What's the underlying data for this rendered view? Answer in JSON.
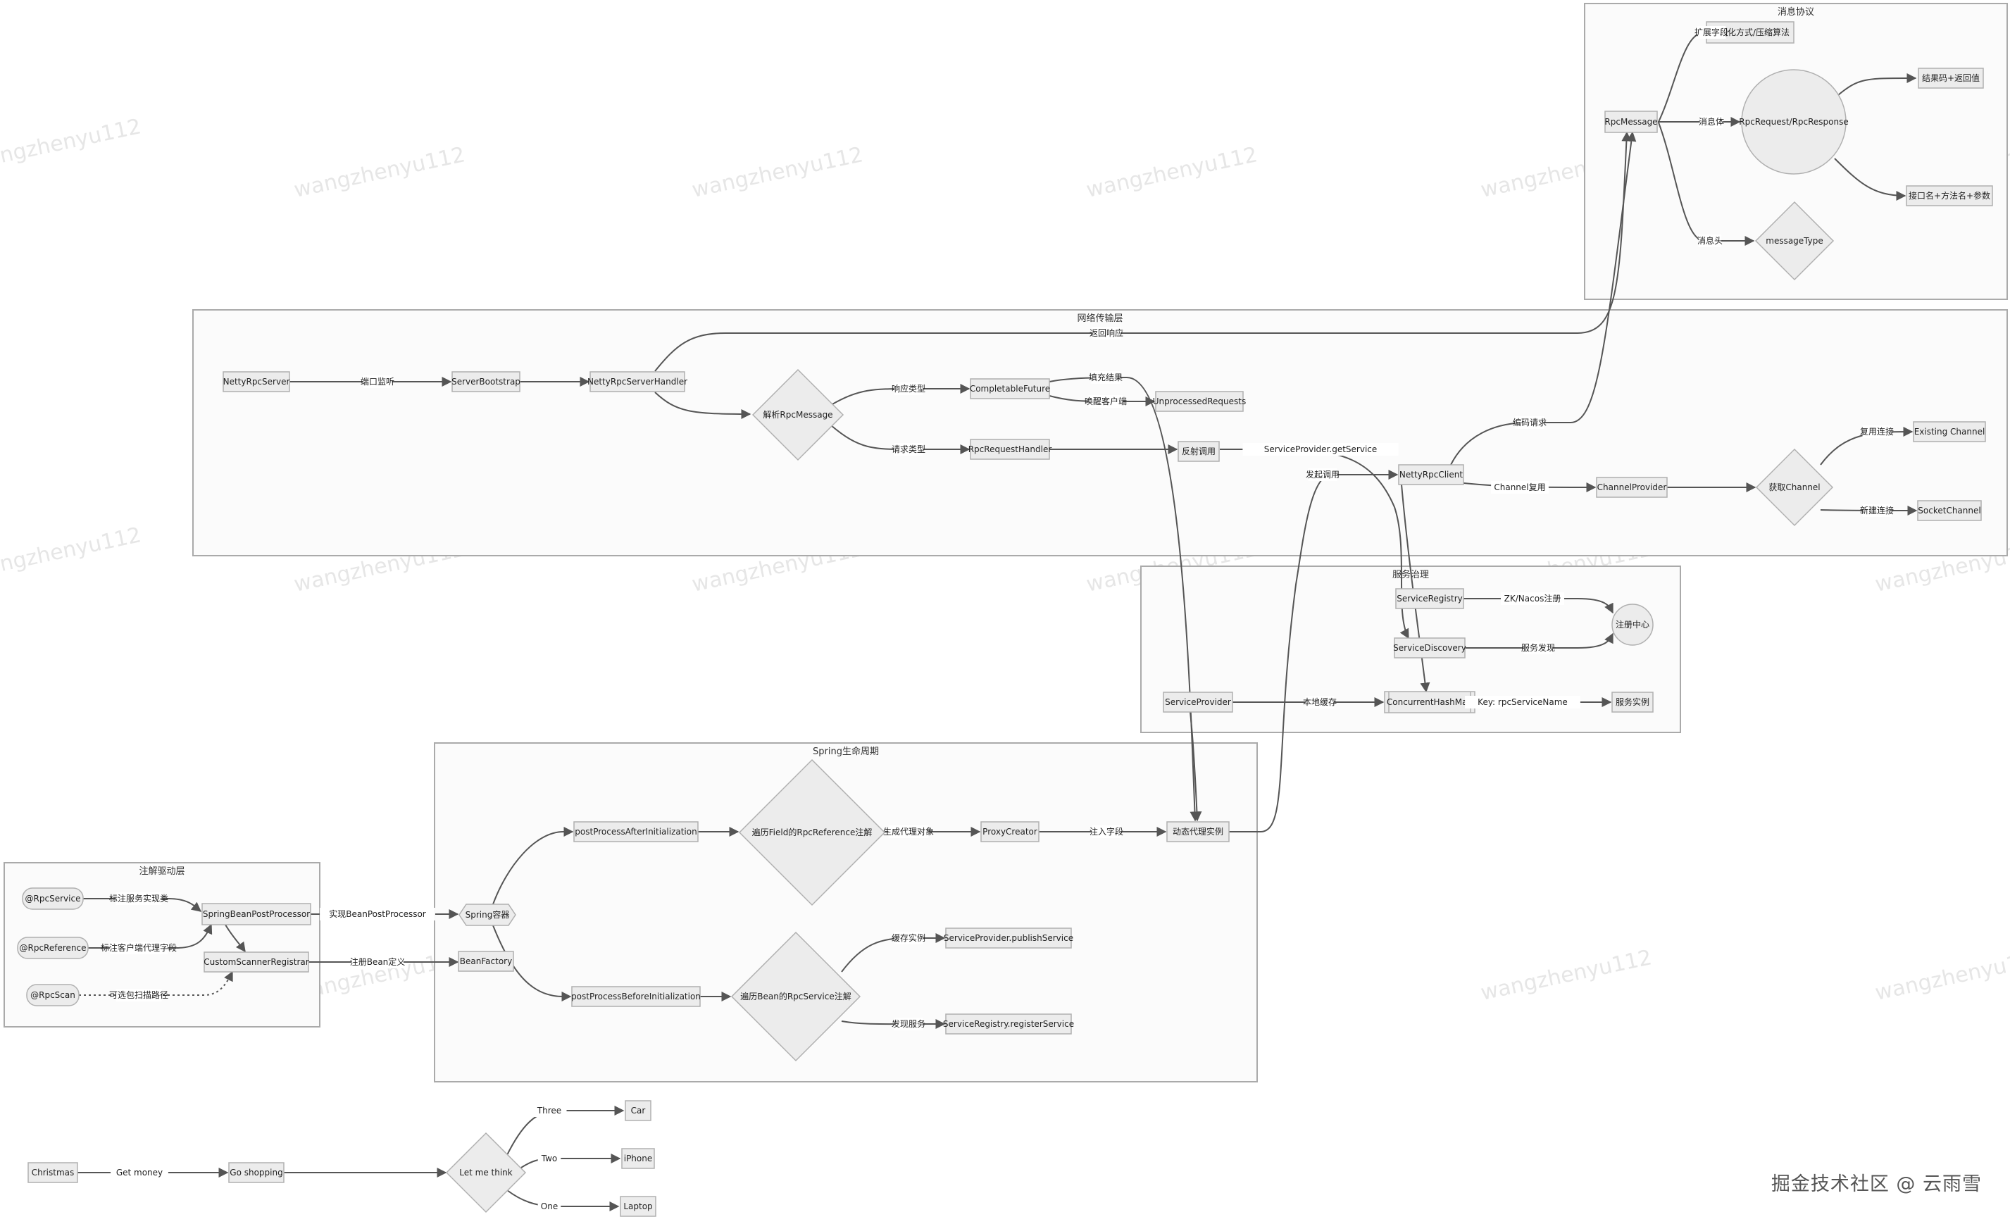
{
  "watermark": "wangzhenyu112",
  "footer": "掘金技术社区 @ 云雨雪",
  "clusters": [
    {
      "id": "c_msg",
      "title": "消息协议"
    },
    {
      "id": "c_net",
      "title": "网络传输层"
    },
    {
      "id": "c_svc",
      "title": "服务治理"
    },
    {
      "id": "c_spring",
      "title": "Spring生命周期"
    },
    {
      "id": "c_anno",
      "title": "注解驱动层"
    }
  ],
  "nodes": [
    {
      "id": "RpcMessage",
      "label": "RpcMessage",
      "shape": "rect"
    },
    {
      "id": "Serialize",
      "label": "序列化方式/压缩算法",
      "shape": "rect"
    },
    {
      "id": "RpcReqResp",
      "label": "RpcRequest/RpcResponse",
      "shape": "circle"
    },
    {
      "id": "ResultCode",
      "label": "结果码+返回值",
      "shape": "rect"
    },
    {
      "id": "IfaceMethod",
      "label": "接口名+方法名+参数",
      "shape": "rect"
    },
    {
      "id": "messageType",
      "label": "messageType",
      "shape": "diamond"
    },
    {
      "id": "NettyRpcServer",
      "label": "NettyRpcServer",
      "shape": "rect"
    },
    {
      "id": "ServerBootstrap",
      "label": "ServerBootstrap",
      "shape": "rect"
    },
    {
      "id": "NettyRpcServerHandler",
      "label": "NettyRpcServerHandler",
      "shape": "rect"
    },
    {
      "id": "ParseMsg",
      "label": "解析RpcMessage",
      "shape": "diamond"
    },
    {
      "id": "CompletableFuture",
      "label": "CompletableFuture",
      "shape": "rect"
    },
    {
      "id": "UnprocessedRequests",
      "label": "UnprocessedRequests",
      "shape": "rect"
    },
    {
      "id": "RpcRequestHandler",
      "label": "RpcRequestHandler",
      "shape": "rect"
    },
    {
      "id": "Reflect",
      "label": "反射调用",
      "shape": "rect"
    },
    {
      "id": "NettyRpcClient",
      "label": "NettyRpcClient",
      "shape": "rect"
    },
    {
      "id": "ChannelProvider",
      "label": "ChannelProvider",
      "shape": "rect"
    },
    {
      "id": "GetChannel",
      "label": "获取Channel",
      "shape": "diamond"
    },
    {
      "id": "ExistingChannel",
      "label": "Existing Channel",
      "shape": "rect"
    },
    {
      "id": "SocketChannel",
      "label": "SocketChannel",
      "shape": "rect"
    },
    {
      "id": "ServiceRegistry",
      "label": "ServiceRegistry",
      "shape": "rect"
    },
    {
      "id": "ServiceDiscovery",
      "label": "ServiceDiscovery",
      "shape": "rect"
    },
    {
      "id": "RegCenter",
      "label": "注册中心",
      "shape": "circle"
    },
    {
      "id": "ServiceProvider",
      "label": "ServiceProvider",
      "shape": "rect"
    },
    {
      "id": "ConcurrentHashMap",
      "label": "ConcurrentHashMap",
      "shape": "subroutine"
    },
    {
      "id": "ServiceInstance",
      "label": "服务实例",
      "shape": "rect"
    },
    {
      "id": "PPAI",
      "label": "postProcessAfterInitialization",
      "shape": "rect"
    },
    {
      "id": "TraverseField",
      "label": "遍历Field的RpcReference注解",
      "shape": "diamond"
    },
    {
      "id": "ProxyCreator",
      "label": "ProxyCreator",
      "shape": "rect"
    },
    {
      "id": "DynProxy",
      "label": "动态代理实例",
      "shape": "rect"
    },
    {
      "id": "SpringContainer",
      "label": "Spring容器",
      "shape": "hexagon"
    },
    {
      "id": "BeanFactory",
      "label": "BeanFactory",
      "shape": "rect"
    },
    {
      "id": "PPBI",
      "label": "postProcessBeforeInitialization",
      "shape": "rect"
    },
    {
      "id": "TraverseBean",
      "label": "遍历Bean的RpcService注解",
      "shape": "diamond"
    },
    {
      "id": "PublishService",
      "label": "ServiceProvider.publishService",
      "shape": "rect"
    },
    {
      "id": "RegisterService",
      "label": "ServiceRegistry.registerService",
      "shape": "rect"
    },
    {
      "id": "RpcService",
      "label": "@RpcService",
      "shape": "round"
    },
    {
      "id": "RpcReference",
      "label": "@RpcReference",
      "shape": "round"
    },
    {
      "id": "RpcScan",
      "label": "@RpcScan",
      "shape": "round"
    },
    {
      "id": "SpringBeanPostProcessor",
      "label": "SpringBeanPostProcessor",
      "shape": "rect"
    },
    {
      "id": "CustomScannerRegistrar",
      "label": "CustomScannerRegistrar",
      "shape": "rect"
    },
    {
      "id": "Christmas",
      "label": "Christmas",
      "shape": "rect"
    },
    {
      "id": "GoShopping",
      "label": "Go shopping",
      "shape": "rect"
    },
    {
      "id": "LetMeThink",
      "label": "Let me think",
      "shape": "diamond"
    },
    {
      "id": "Car",
      "label": "Car",
      "shape": "rect"
    },
    {
      "id": "iPhone",
      "label": "iPhone",
      "shape": "rect"
    },
    {
      "id": "Laptop",
      "label": "Laptop",
      "shape": "rect"
    }
  ],
  "edges": [
    {
      "id": "e1",
      "from": "RpcMessage",
      "to": "Serialize",
      "label": "扩展字段"
    },
    {
      "id": "e2",
      "from": "RpcMessage",
      "to": "RpcReqResp",
      "label": "消息体"
    },
    {
      "id": "e3",
      "from": "RpcReqResp",
      "to": "ResultCode",
      "label": ""
    },
    {
      "id": "e4",
      "from": "RpcReqResp",
      "to": "IfaceMethod",
      "label": ""
    },
    {
      "id": "e5",
      "from": "RpcMessage",
      "to": "messageType",
      "label": "消息头"
    },
    {
      "id": "e6",
      "from": "NettyRpcServer",
      "to": "ServerBootstrap",
      "label": "端口监听"
    },
    {
      "id": "e7",
      "from": "ServerBootstrap",
      "to": "NettyRpcServerHandler",
      "label": ""
    },
    {
      "id": "e8",
      "from": "NettyRpcServerHandler",
      "to": "RpcMessage",
      "label": "返回响应"
    },
    {
      "id": "e9",
      "from": "NettyRpcServerHandler",
      "to": "ParseMsg",
      "label": ""
    },
    {
      "id": "e10",
      "from": "ParseMsg",
      "to": "CompletableFuture",
      "label": "响应类型"
    },
    {
      "id": "e11",
      "from": "ParseMsg",
      "to": "RpcRequestHandler",
      "label": "请求类型"
    },
    {
      "id": "e12",
      "from": "CompletableFuture",
      "to": "UnprocessedRequests",
      "label": "唤醒客户端"
    },
    {
      "id": "e13",
      "from": "CompletableFuture",
      "to": "DynProxy",
      "label": "填充结果"
    },
    {
      "id": "e14",
      "from": "RpcRequestHandler",
      "to": "Reflect",
      "label": ""
    },
    {
      "id": "e15",
      "from": "Reflect",
      "to": "ServiceDiscovery",
      "label": "ServiceProvider.getService"
    },
    {
      "id": "e16",
      "from": "NettyRpcClient",
      "to": "RpcMessage",
      "label": "编码请求"
    },
    {
      "id": "e17",
      "from": "NettyRpcClient",
      "to": "ChannelProvider",
      "label": "Channel复用"
    },
    {
      "id": "e18",
      "from": "ChannelProvider",
      "to": "GetChannel",
      "label": ""
    },
    {
      "id": "e19",
      "from": "GetChannel",
      "to": "ExistingChannel",
      "label": "复用连接"
    },
    {
      "id": "e20",
      "from": "GetChannel",
      "to": "SocketChannel",
      "label": "新建连接"
    },
    {
      "id": "e21",
      "from": "ServiceRegistry",
      "to": "RegCenter",
      "label": "ZK/Nacos注册"
    },
    {
      "id": "e22",
      "from": "ServiceDiscovery",
      "to": "RegCenter",
      "label": "服务发现"
    },
    {
      "id": "e23",
      "from": "ServiceProvider",
      "to": "ConcurrentHashMap",
      "label": "本地缓存"
    },
    {
      "id": "e24",
      "from": "ConcurrentHashMap",
      "to": "ServiceInstance",
      "label": "Key: rpcServiceName"
    },
    {
      "id": "e25",
      "from": "NettyRpcClient",
      "to": "ConcurrentHashMap",
      "label": ""
    },
    {
      "id": "e26",
      "from": "ServiceProvider",
      "to": "DynProxy",
      "label": ""
    },
    {
      "id": "e27",
      "from": "DynProxy",
      "to": "NettyRpcClient",
      "label": "发起调用"
    },
    {
      "id": "e28",
      "from": "SpringContainer",
      "to": "PPAI",
      "label": ""
    },
    {
      "id": "e29",
      "from": "PPAI",
      "to": "TraverseField",
      "label": ""
    },
    {
      "id": "e30",
      "from": "TraverseField",
      "to": "ProxyCreator",
      "label": "生成代理对象"
    },
    {
      "id": "e31",
      "from": "ProxyCreator",
      "to": "DynProxy",
      "label": "注入字段"
    },
    {
      "id": "e32",
      "from": "SpringContainer",
      "to": "PPBI",
      "label": ""
    },
    {
      "id": "e33",
      "from": "PPBI",
      "to": "TraverseBean",
      "label": ""
    },
    {
      "id": "e34",
      "from": "TraverseBean",
      "to": "PublishService",
      "label": "缓存实例"
    },
    {
      "id": "e35",
      "from": "TraverseBean",
      "to": "RegisterService",
      "label": "发现服务"
    },
    {
      "id": "e36",
      "from": "RpcService",
      "to": "SpringBeanPostProcessor",
      "label": "标注服务实现类"
    },
    {
      "id": "e37",
      "from": "RpcReference",
      "to": "SpringBeanPostProcessor",
      "label": "标注客户端代理字段"
    },
    {
      "id": "e38",
      "from": "SpringBeanPostProcessor",
      "to": "CustomScannerRegistrar",
      "label": ""
    },
    {
      "id": "e39",
      "from": "RpcScan",
      "to": "CustomScannerRegistrar",
      "label": "可选包扫描路径"
    },
    {
      "id": "e40",
      "from": "SpringBeanPostProcessor",
      "to": "SpringContainer",
      "label": "实现BeanPostProcessor"
    },
    {
      "id": "e41",
      "from": "CustomScannerRegistrar",
      "to": "BeanFactory",
      "label": "注册Bean定义"
    },
    {
      "id": "e42",
      "from": "Christmas",
      "to": "GoShopping",
      "label": "Get money"
    },
    {
      "id": "e43",
      "from": "GoShopping",
      "to": "LetMeThink",
      "label": ""
    },
    {
      "id": "e44",
      "from": "LetMeThink",
      "to": "Car",
      "label": "Three"
    },
    {
      "id": "e45",
      "from": "LetMeThink",
      "to": "iPhone",
      "label": "Two"
    },
    {
      "id": "e46",
      "from": "LetMeThink",
      "to": "Laptop",
      "label": "One"
    }
  ]
}
